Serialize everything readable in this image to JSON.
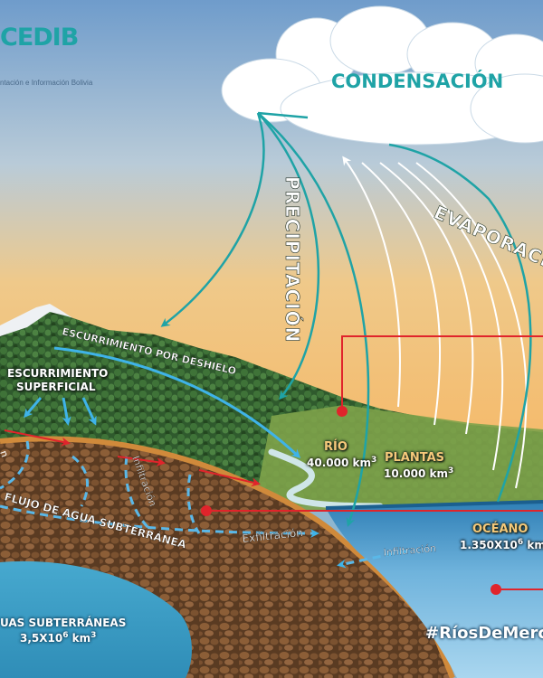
{
  "brand": {
    "name": "CEDIB",
    "tagline": "ntación e Información Bolivia"
  },
  "labels": {
    "condensacion": "CONDENSACIÓN",
    "precipitacion": "PRECIPITACIÓN",
    "evaporacion": "EVAPORACIO",
    "escurrimiento_deshielo": "ESCURRIMIENTO POR DESHIELO",
    "escurrimiento_superficial_1": "ESCURRIMIENTO",
    "escurrimiento_superficial_2": "SUPERFICIAL",
    "rio": "RÍO",
    "rio_value": "40.000 km",
    "rio_unit_sup": "3",
    "plantas": "PLANTAS",
    "plantas_value": "10.000 km",
    "plantas_unit_sup": "3",
    "oceano": "OCÉANO",
    "oceano_value": "1.350X10",
    "oceano_exp": "6",
    "oceano_unit": " km",
    "infiltracion_soil": "Infiltración",
    "infiltracion_ocean": "Infiltración",
    "exfiltracion": "Exfiltración",
    "flujo_subterraneo": "FLUJO DE AGUA SUBTERRÁNEA",
    "left_cut": "n",
    "aguas_subterraneas": "UAS SUBTERRÁNEAS",
    "aguas_value": "3,5X10",
    "aguas_exp": "6",
    "aguas_unit": " km",
    "aguas_unit_sup": "3",
    "hashtag": "#RíosDeMerc"
  },
  "colors": {
    "teal": "#1fa3a6",
    "cyan_arrow": "#3fb3e8",
    "red_line": "#e0242b",
    "soil": "#8a5a33",
    "ocean": "#3f8fc0",
    "sky_top": "#5d8fc4",
    "sky_bottom": "#f2c378"
  }
}
